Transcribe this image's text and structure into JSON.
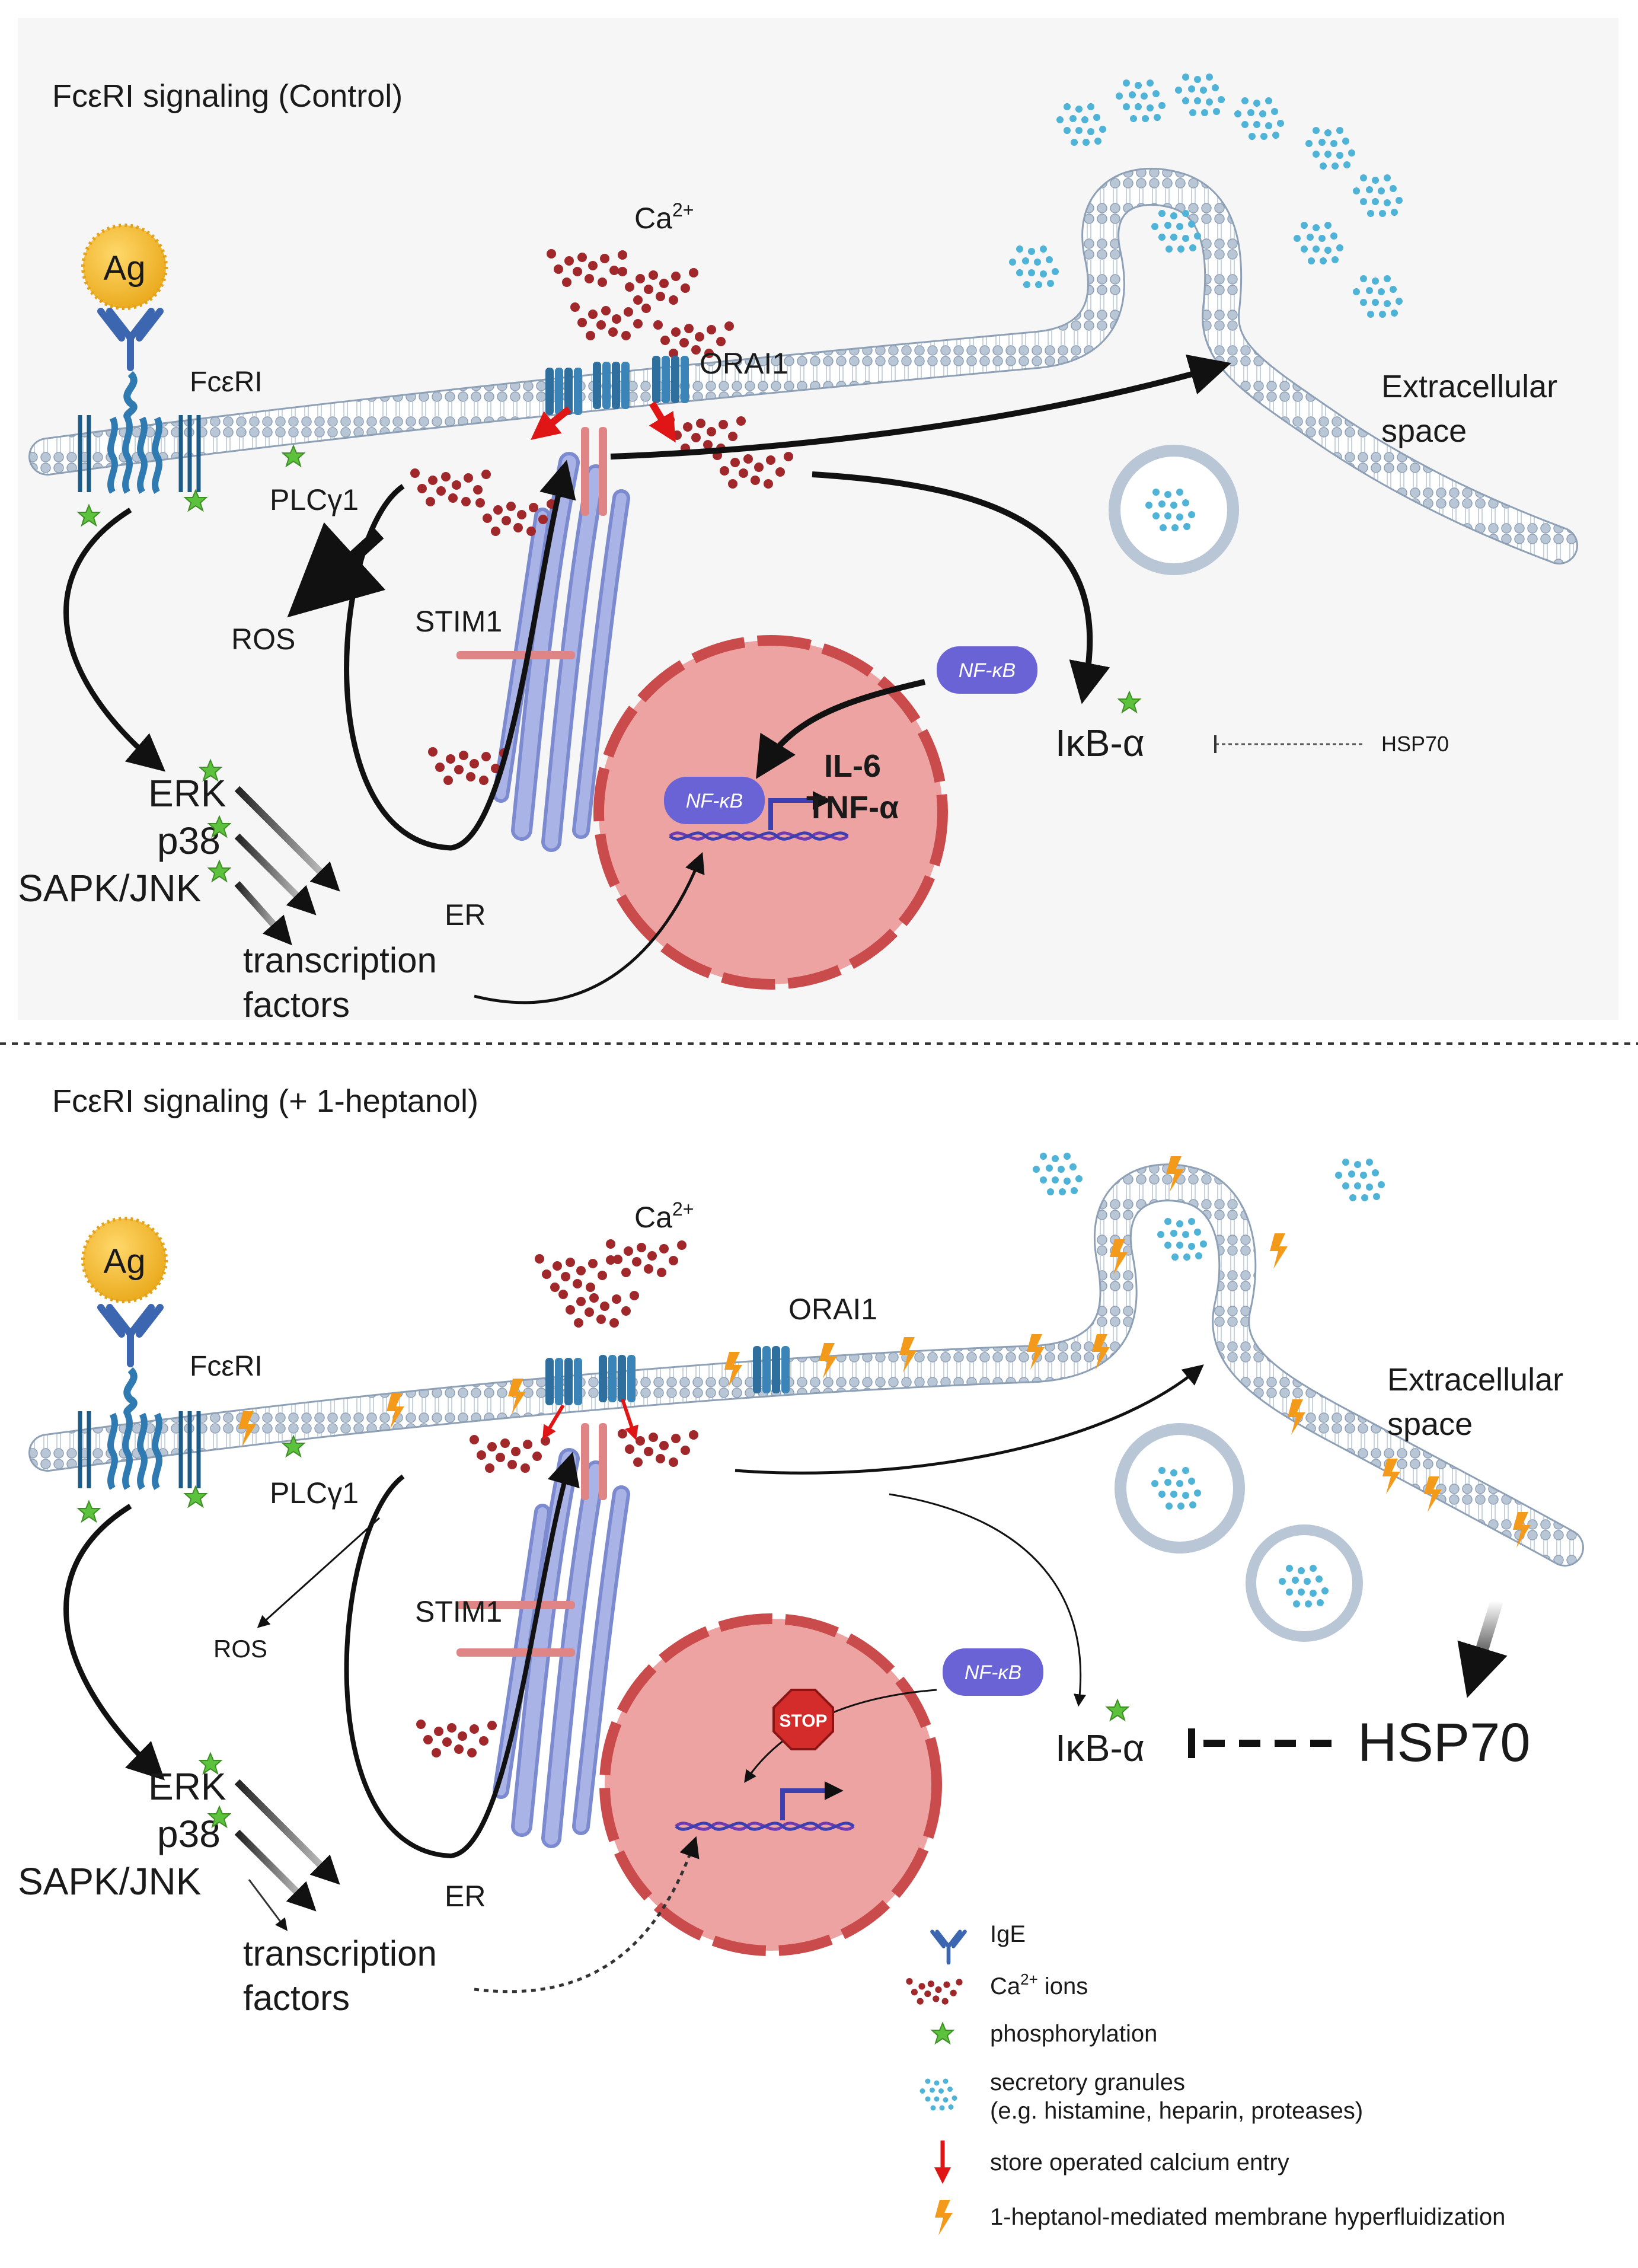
{
  "panels": {
    "control": {
      "title": "FcεRI signaling (Control)",
      "ag": "Ag",
      "fceri": "FcεRI",
      "plc": "PLCγ1",
      "ros": "ROS",
      "ca": "Ca",
      "ca_sup": "2+",
      "orai": "ORAI1",
      "stim": "STIM1",
      "er": "ER",
      "erk": "ERK",
      "p38": "p38",
      "sapk": "SAPK/JNK",
      "tf1": "transcription",
      "tf2": "factors",
      "nfkb_cyto": "NF-κB",
      "nfkb_nuc": "NF-κB",
      "il6": "IL-6",
      "tnf": "TNF-α",
      "ikb": "IκB-α",
      "hsp70": "HSP70",
      "extra1": "Extracellular",
      "extra2": "space"
    },
    "heptanol": {
      "title": "FcεRI signaling (+ 1-heptanol)",
      "ag": "Ag",
      "fceri": "FcεRI",
      "plc": "PLCγ1",
      "ros": "ROS",
      "ca": "Ca",
      "ca_sup": "2+",
      "orai": "ORAI1",
      "stim": "STIM1",
      "er": "ER",
      "erk": "ERK",
      "p38": "p38",
      "sapk": "SAPK/JNK",
      "tf1": "transcription",
      "tf2": "factors",
      "nfkb_cyto": "NF-κB",
      "stop": "STOP",
      "ikb": "IκB-α",
      "hsp70": "HSP70",
      "extra1": "Extracellular",
      "extra2": "space"
    }
  },
  "legend": {
    "ige": "IgE",
    "ca_ions_prefix": "Ca",
    "ca_ions_sup": "2+",
    "ca_ions_suffix": " ions",
    "phospho": "phosphorylation",
    "granules": "secretory granules",
    "granules_note": "(e.g. histamine, heparin, proteases)",
    "soce": "store operated calcium entry",
    "hyper": "1-heptanol-mediated membrane hyperfluidization"
  },
  "colors": {
    "membrane_head": "#b9c6d6",
    "membrane_edge": "#8ea0b6",
    "receptor_blue": "#2f7ab0",
    "er_purple": "#8e9bd8",
    "nucleus_fill": "#eea3a3",
    "nucleus_edge": "#c94b4b",
    "calcium": "#a0282b",
    "granule": "#4fb3d8",
    "nfkb": "#6a63d6",
    "phospho_star": "#5cc13c",
    "soce_arrow": "#e01616",
    "bolt": "#f39a1b",
    "stop_red": "#d42b2b"
  }
}
